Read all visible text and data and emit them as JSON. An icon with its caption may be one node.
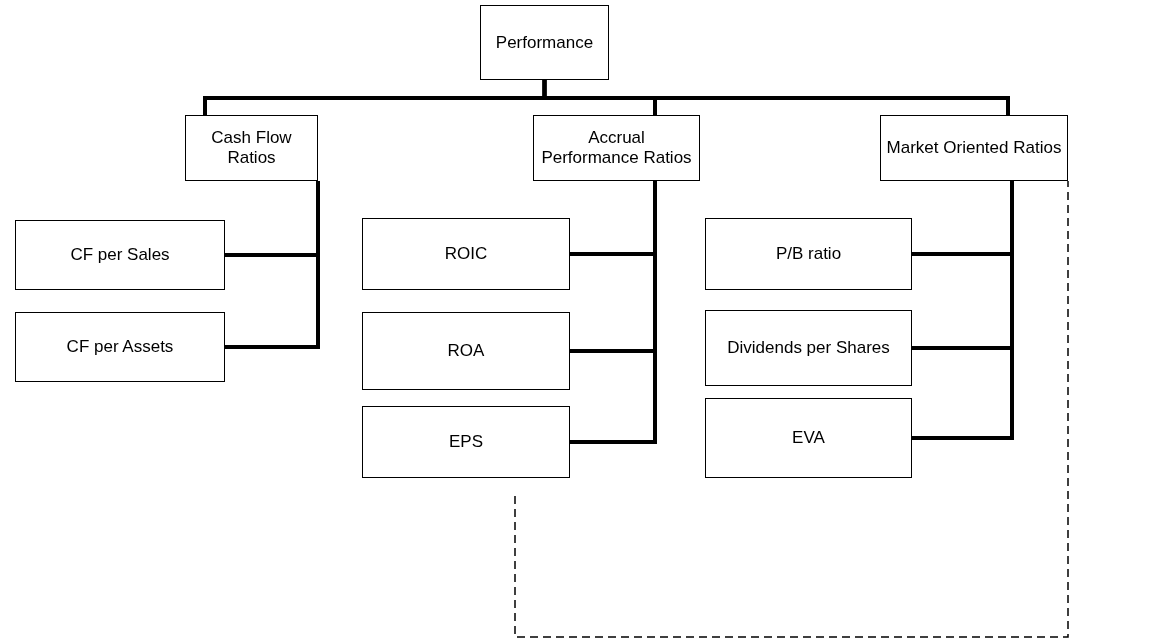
{
  "diagram": {
    "nodes": [
      {
        "text": [
          "Performance"
        ]
      },
      {
        "text": [
          "Cash Flow Ratios"
        ]
      },
      {
        "text": [
          "Accrual Performance Ratios"
        ]
      },
      {
        "text": [
          "Market Oriented Ratios"
        ]
      },
      {
        "text": [
          "CF per Sales"
        ]
      },
      {
        "text": [
          "CF per Assets"
        ]
      },
      {
        "text": [
          "ROIC"
        ]
      },
      {
        "text": [
          "ROA"
        ]
      },
      {
        "text": [
          "EPS"
        ]
      },
      {
        "text": [
          "P/B ratio"
        ]
      },
      {
        "text": [
          "Dividends per Shares"
        ]
      },
      {
        "text": [
          "EVA"
        ]
      }
    ],
    "edges": [
      {
        "from": 0,
        "to": 1,
        "arrow": "none"
      },
      {
        "from": 0,
        "to": 2,
        "arrow": "none"
      },
      {
        "from": 0,
        "to": 3,
        "arrow": "none"
      },
      {
        "from": 1,
        "to": 4,
        "arrow": "none"
      },
      {
        "from": 1,
        "to": 5,
        "arrow": "none"
      },
      {
        "from": 2,
        "to": 6,
        "arrow": "none"
      },
      {
        "from": 2,
        "to": 7,
        "arrow": "none"
      },
      {
        "from": 2,
        "to": 8,
        "arrow": "none"
      },
      {
        "from": 3,
        "to": 9,
        "arrow": "none"
      },
      {
        "from": 3,
        "to": 10,
        "arrow": "none"
      },
      {
        "from": 3,
        "to": 11,
        "arrow": "none"
      },
      {
        "from": 8,
        "to": 3,
        "arrow": "none",
        "style": "dashed"
      }
    ]
  }
}
